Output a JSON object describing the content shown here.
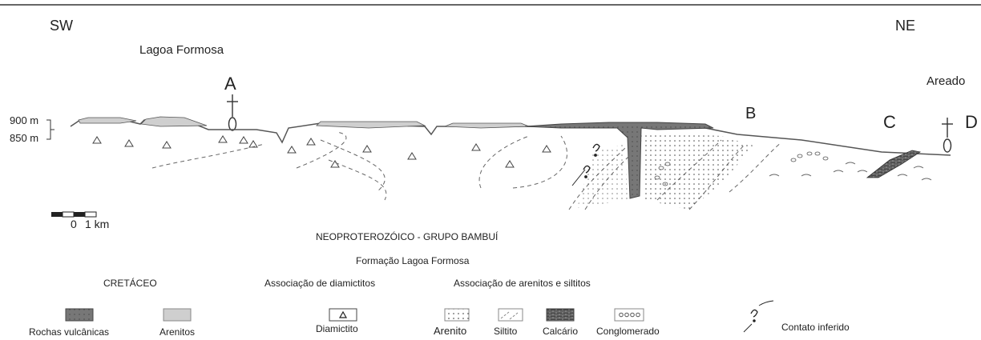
{
  "orientation": {
    "left": "SW",
    "right": "NE"
  },
  "places": {
    "lagoa": "Lagoa Formosa",
    "areado": "Areado"
  },
  "points": {
    "a": "A",
    "b": "B",
    "c": "C",
    "d": "D"
  },
  "elevation": {
    "upper": "900 m",
    "lower": "850 m"
  },
  "scale_bar": {
    "zero": "0",
    "one": "1 km"
  },
  "legend": {
    "era": "NEOPROTEROZÓICO - GRUPO BAMBUÍ",
    "formation": "Formação Lagoa Formosa",
    "cretaceous": "CRETÁCEO",
    "diamictite_group": "Associação de diamictitos",
    "sandstone_group": "Associação de arenitos e siltitos",
    "items": {
      "volcanic": "Rochas vulcânicas",
      "sandstones": "Arenitos",
      "diamictite": "Diamictito",
      "sandstone": "Arenito",
      "siltstone": "Siltito",
      "limestone": "Calcário",
      "conglomerate": "Conglomerado",
      "contact": "Contato inferido"
    }
  },
  "colors": {
    "volcanic": "#7a7a7a",
    "sandstone_cap": "#cfcfcf",
    "line": "#555555"
  }
}
